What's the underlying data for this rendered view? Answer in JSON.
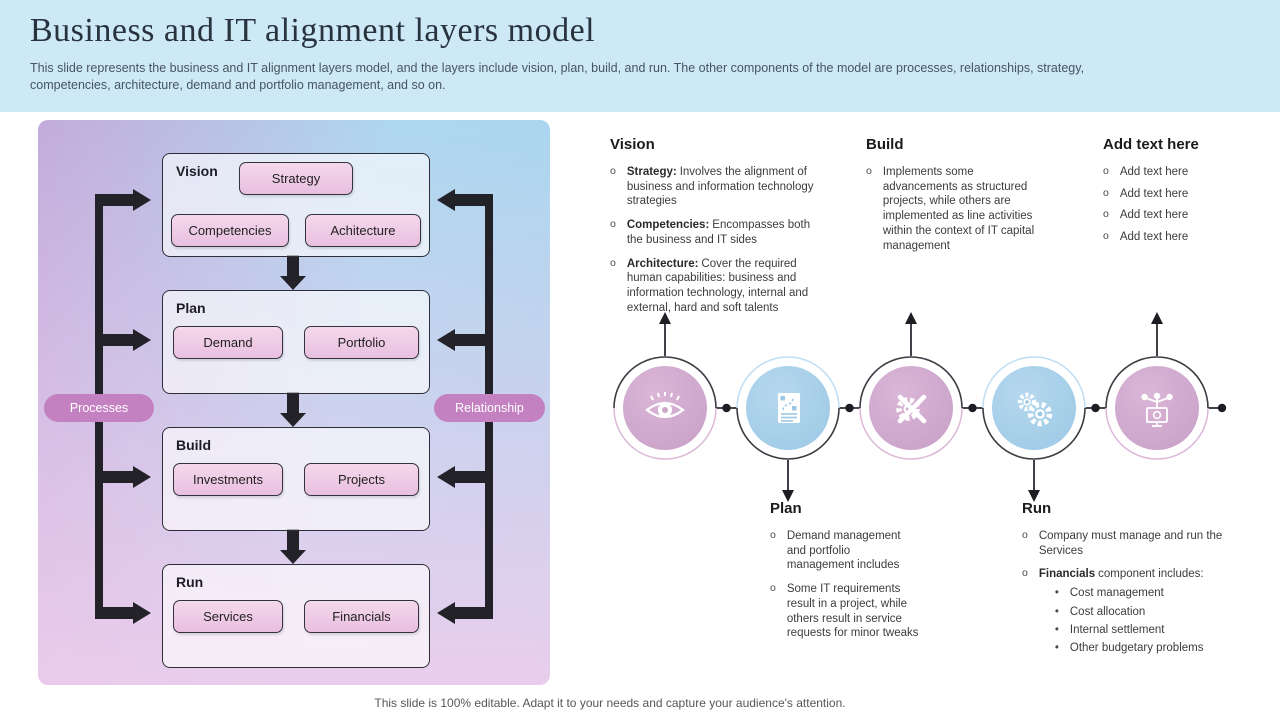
{
  "header": {
    "title": "Business and IT alignment layers model",
    "subtitle": "This slide represents the business and IT alignment layers model, and the layers include vision, plan, build, and run. The other components of the model are processes, relationships, strategy, competencies, architecture, demand and portfolio management, and so on."
  },
  "diagram": {
    "layers": [
      {
        "name": "Vision",
        "items": [
          "Strategy",
          "Competencies",
          "Achitecture"
        ]
      },
      {
        "name": "Plan",
        "items": [
          "Demand",
          "Portfolio"
        ]
      },
      {
        "name": "Build",
        "items": [
          "Investments",
          "Projects"
        ]
      },
      {
        "name": "Run",
        "items": [
          "Services",
          "Financials"
        ]
      }
    ],
    "left_pill": "Processes",
    "right_pill": "Relationship"
  },
  "sections": {
    "vision": {
      "heading": "Vision",
      "bullets": [
        {
          "lead": "Strategy:",
          "text": "Involves the alignment of business and information technology strategies"
        },
        {
          "lead": "Competencies:",
          "text": "Encompasses both the business and IT sides"
        },
        {
          "lead": "Architecture:",
          "text": "Cover the required human capabilities: business and information technology, internal and external,  hard and soft talents"
        }
      ]
    },
    "build": {
      "heading": "Build",
      "bullets": [
        {
          "text": "Implements some advancements as structured projects, while others are implemented as line activities within the context of IT capital management"
        }
      ]
    },
    "add_text": {
      "heading": "Add text here",
      "bullets": [
        {
          "text": "Add text here"
        },
        {
          "text": "Add text here"
        },
        {
          "text": "Add text here"
        },
        {
          "text": "Add text here"
        }
      ]
    },
    "plan": {
      "heading": "Plan",
      "bullets": [
        {
          "text": "Demand management and portfolio management includes"
        },
        {
          "text": "Some IT requirements result in a project, while others result in service requests for minor tweaks"
        }
      ]
    },
    "run": {
      "heading": "Run",
      "bullets": [
        {
          "text": "Company must manage and run the Services"
        },
        {
          "lead": "Financials",
          "text": "component includes:"
        }
      ],
      "sub_bullets": [
        "Cost management",
        "Cost allocation",
        "Internal settlement",
        "Other budgetary problems"
      ]
    }
  },
  "process_row": {
    "icons": [
      "eye-icon",
      "plan-document-icon",
      "build-tools-icon",
      "run-gears-icon",
      "network-monitor-icon"
    ]
  },
  "footer": "This slide is 100% editable. Adapt it to your needs and capture your audience's attention.",
  "colors": {
    "header_band": "#cee9f6",
    "chip_pink": "#eec9e6",
    "pill_purple": "#c481c2",
    "circle_pink": "#cda6cb",
    "circle_blue": "#a9d0e9",
    "arrow_black": "#222228"
  }
}
